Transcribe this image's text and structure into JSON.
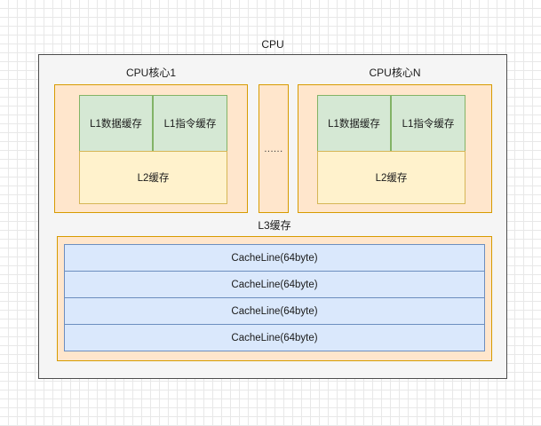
{
  "diagram": {
    "cpu": {
      "label": "CPU",
      "separator": "......",
      "cores": [
        {
          "label": "CPU核心1",
          "l1_data": "L1数据缓存",
          "l1_instruction": "L1指令缓存",
          "l2": "L2缓存"
        },
        {
          "label": "CPU核心N",
          "l1_data": "L1数据缓存",
          "l1_instruction": "L1指令缓存",
          "l2": "L2缓存"
        }
      ],
      "l3": {
        "label": "L3缓存",
        "cache_lines": [
          "CacheLine(64byte)",
          "CacheLine(64byte)",
          "CacheLine(64byte)",
          "CacheLine(64byte)"
        ]
      }
    },
    "colors": {
      "core_fill": "#ffe6cc",
      "core_stroke": "#d79b00",
      "l1_fill": "#d5e8d4",
      "l1_stroke": "#82b366",
      "l2_fill": "#fff2cc",
      "l2_stroke": "#d6b656",
      "cacheline_fill": "#dae8fc",
      "cacheline_stroke": "#6c8ebf",
      "cpu_fill": "#f5f5f5",
      "cpu_stroke": "#4d4d4d",
      "grid": "#e8e8e8"
    }
  }
}
